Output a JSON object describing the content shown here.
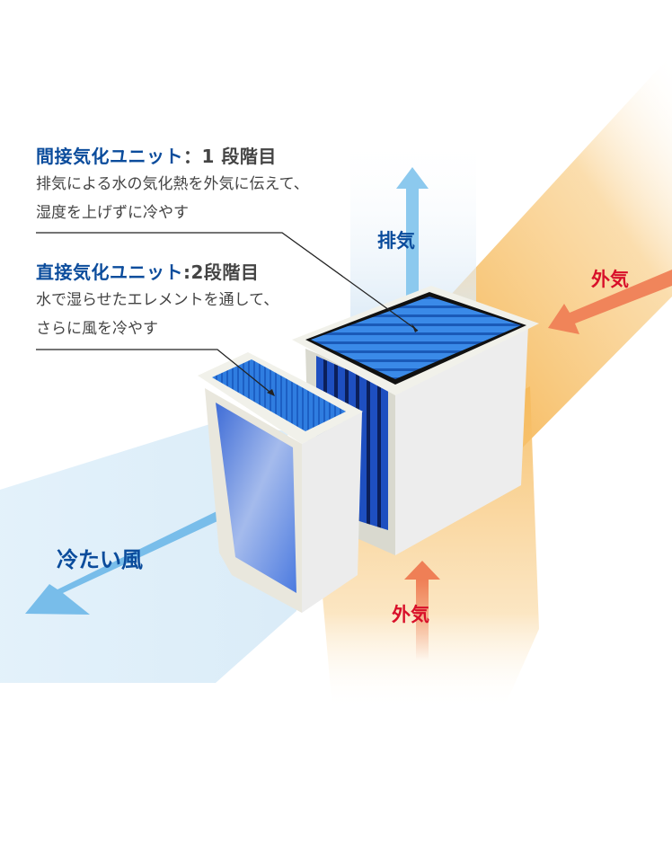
{
  "units": [
    {
      "title": "間接気化ユニット",
      "stage": "：1 段階目",
      "description_lines": [
        "排気による水の気化熱を外気に伝えて、",
        "湿度を上げずに冷やす"
      ]
    },
    {
      "title": "直接気化ユニット",
      "stage": ":2段階目",
      "description_lines": [
        "水で湿らせたエレメントを通して、",
        "さらに風を冷やす"
      ]
    }
  ],
  "flows": {
    "exhaust": "排気",
    "outside_air_right": "外気",
    "outside_air_bottom": "外気",
    "cool_wind": "冷たい風"
  },
  "colors": {
    "title_blue": "#0b4c9c",
    "text_gray": "#444444",
    "label_red": "#d8102a",
    "arrow_blue": "#7ec3ea",
    "arrow_orange": "#ef7f56",
    "warm_band": "#f6b95a",
    "cool_band": "#cfe6f6",
    "element_blue": "#1f6fd6"
  }
}
